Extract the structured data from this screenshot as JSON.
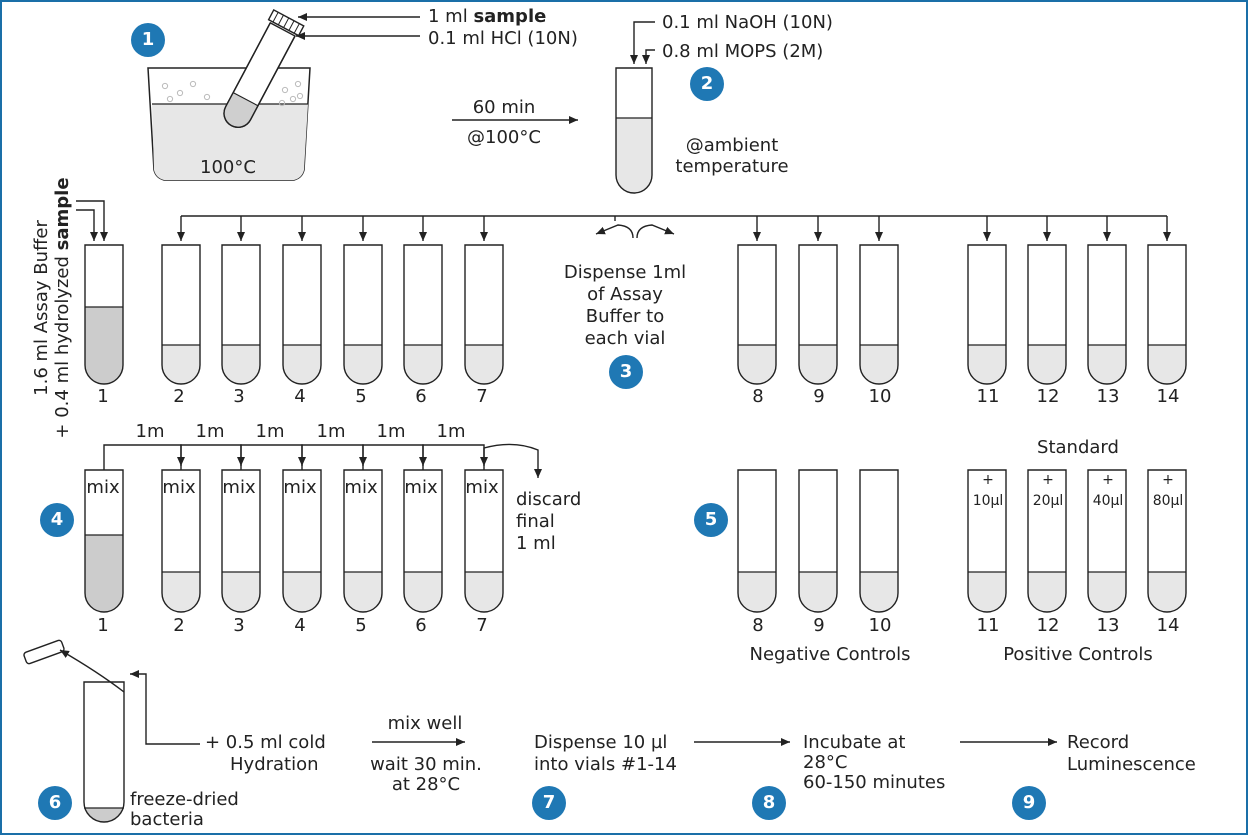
{
  "colors": {
    "frame": "#1a6fa8",
    "badge": "#1f78b4",
    "liquid_light": "#e7e7e7",
    "liquid_dark": "#cccccc",
    "stroke": "#222222"
  },
  "icons": [
    "test-tube-icon",
    "water-bath-icon",
    "arrow-icon",
    "vial-icon",
    "cap-icon"
  ],
  "steps": [
    "1",
    "2",
    "3",
    "4",
    "5",
    "6",
    "7",
    "8",
    "9"
  ],
  "step1": {
    "sample_prefix": "1 ml ",
    "sample_bold": "sample",
    "hcl": "0.1 ml HCl (10N)",
    "bath_temp": "100°C"
  },
  "heat": {
    "time": "60 min",
    "temp": "@100°C"
  },
  "step2": {
    "naoh": "0.1 ml NaOH  (10N)",
    "mops": "0.8 ml MOPS (2M)",
    "ambient1": "@ambient",
    "ambient2": "temperature"
  },
  "side_label": {
    "line1": "1.6 ml Assay Buffer",
    "line2_prefix": "+ 0.4 ml hydrolyzed ",
    "line2_bold": "sample"
  },
  "step3": {
    "lines": [
      "Dispense 1ml",
      "of Assay",
      "Buffer to",
      "each vial"
    ]
  },
  "row1_vials": [
    "1",
    "2",
    "3",
    "4",
    "5",
    "6",
    "7",
    "8",
    "9",
    "10",
    "11",
    "12",
    "13",
    "14"
  ],
  "step4": {
    "transfer": "1m",
    "mix": "mix",
    "discard": [
      "discard",
      "final",
      "1 ml"
    ]
  },
  "row2_vials_left": [
    "1",
    "2",
    "3",
    "4",
    "5",
    "6",
    "7"
  ],
  "negative": {
    "vials": [
      "8",
      "9",
      "10"
    ],
    "label": "Negative Controls"
  },
  "positive": {
    "title": "Standard",
    "plus": "+",
    "amounts": [
      "10µl",
      "20µl",
      "40µl",
      "80µl"
    ],
    "vials": [
      "11",
      "12",
      "13",
      "14"
    ],
    "label": "Positive Controls"
  },
  "step6": {
    "add1": "+ 0.5 ml cold",
    "add2": "Hydration",
    "bact1": "freeze-dried",
    "bact2": "bacteria",
    "mix": "mix well",
    "wait1": "wait 30 min.",
    "wait2": "at 28°C"
  },
  "step7": {
    "l1": "Dispense 10 µl",
    "l2": "into vials #1-14"
  },
  "step8": {
    "l1": "Incubate at",
    "l2": "28°C",
    "l3": "60-150 minutes"
  },
  "step9": {
    "l1": "Record",
    "l2": "Luminescence"
  }
}
